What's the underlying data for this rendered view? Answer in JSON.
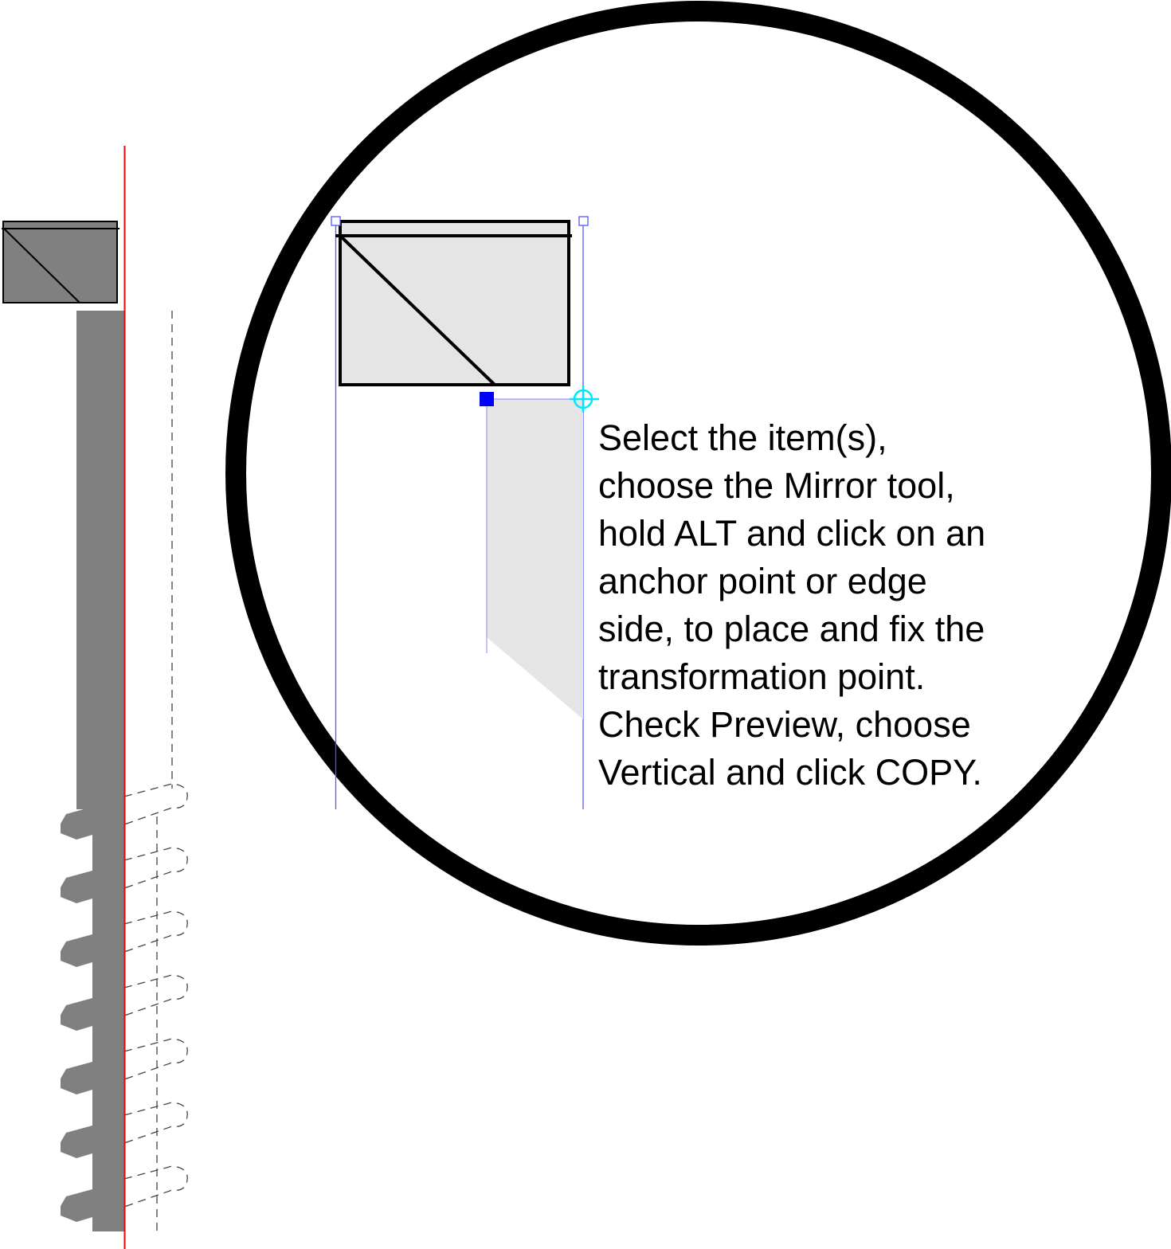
{
  "instructions": {
    "lines": [
      "Select the item(s),",
      "choose the Mirror tool,",
      "hold ALT and click on an",
      "anchor point or edge",
      "side, to place and fix the",
      "transformation point.",
      "Check Preview, choose",
      "Vertical and click COPY."
    ]
  },
  "colors": {
    "object_gray": "#808080",
    "light_fill": "#e5e5e5",
    "guide_red": "#ff0000",
    "selection_blue": "#0000ff",
    "transform_point_cyan": "#00ffff"
  },
  "screw": {
    "thread_count": 7
  }
}
